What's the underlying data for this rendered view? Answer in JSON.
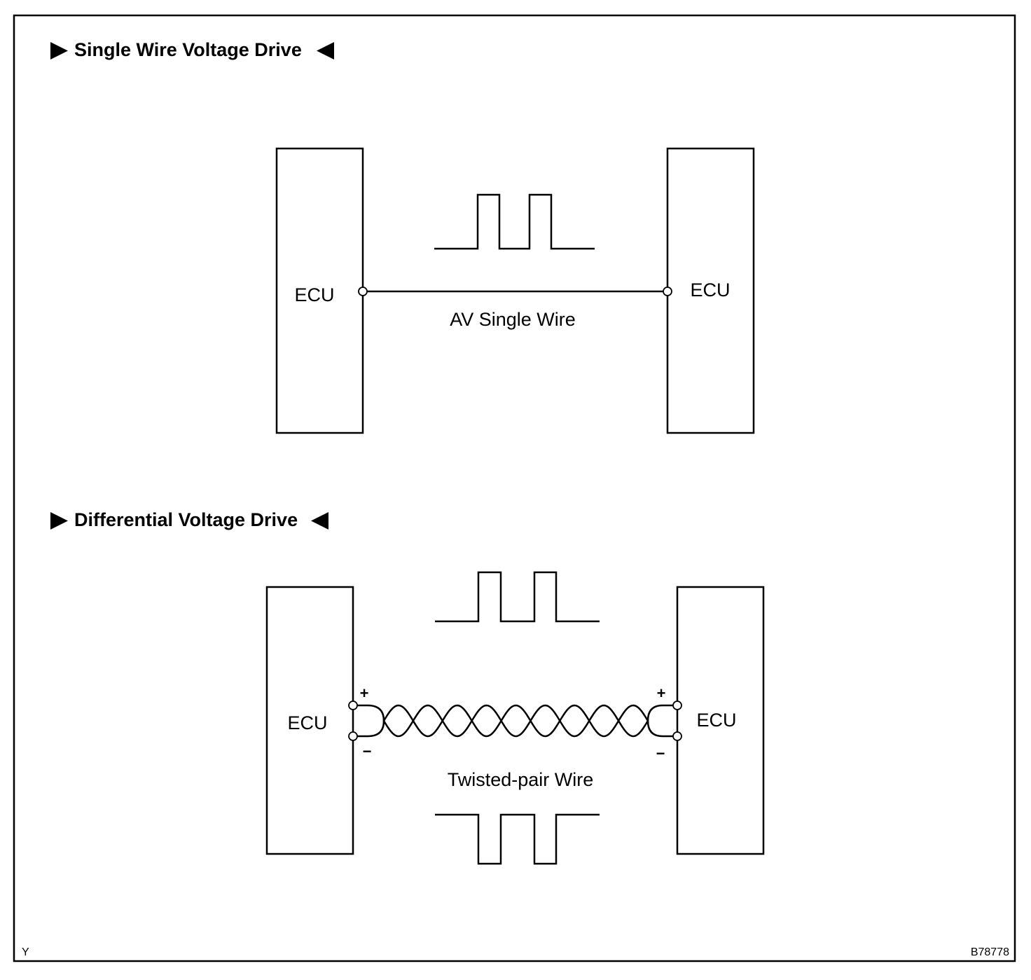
{
  "sections": [
    {
      "heading": "Single Wire Voltage Drive",
      "ecu_left": "ECU",
      "ecu_right": "ECU",
      "wire_label": "AV Single Wire"
    },
    {
      "heading": "Differential Voltage Drive",
      "ecu_left": "ECU",
      "ecu_right": "ECU",
      "wire_label": "Twisted-pair Wire",
      "plus_sign": "+",
      "minus_sign": "−"
    }
  ],
  "footer": {
    "left_code": "Y",
    "right_code": "B78778"
  }
}
